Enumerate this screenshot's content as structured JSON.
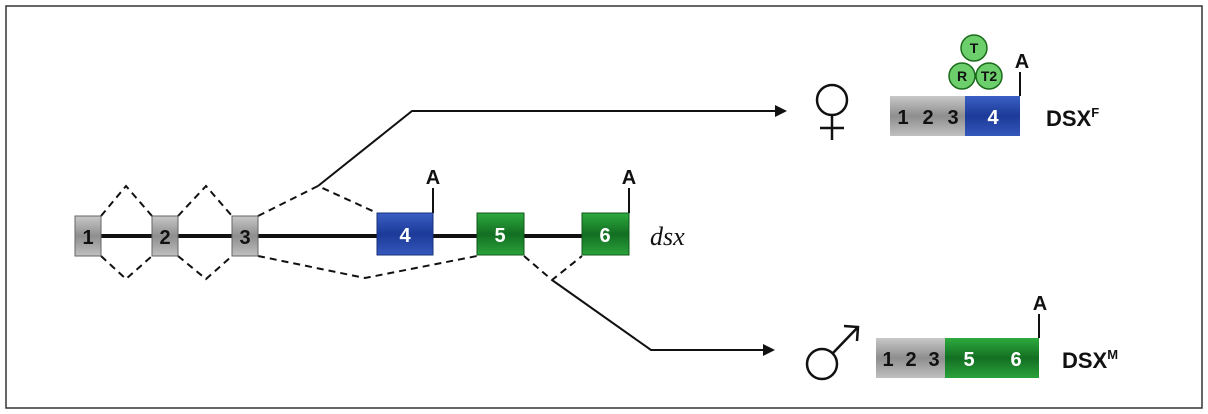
{
  "colors": {
    "exon_gray": "#9e9e9e",
    "exon_blue": "#2447a8",
    "exon_green": "#1f8f2f",
    "circle_green": "#6ccf6c",
    "line": "#111111",
    "frame": "#333333"
  },
  "gene": {
    "name": "dsx",
    "exons": [
      "1",
      "2",
      "3",
      "4",
      "5",
      "6"
    ],
    "polyA_label": "A"
  },
  "female": {
    "symbol": "♀",
    "exons": [
      "1",
      "2",
      "3",
      "4"
    ],
    "protein_base": "DSX",
    "protein_sup": "F",
    "polyA_label": "A",
    "cofactors": [
      "T",
      "R",
      "T2"
    ]
  },
  "male": {
    "symbol": "♂",
    "exons": [
      "1",
      "2",
      "3",
      "5",
      "6"
    ],
    "protein_base": "DSX",
    "protein_sup": "M",
    "polyA_label": "A"
  }
}
